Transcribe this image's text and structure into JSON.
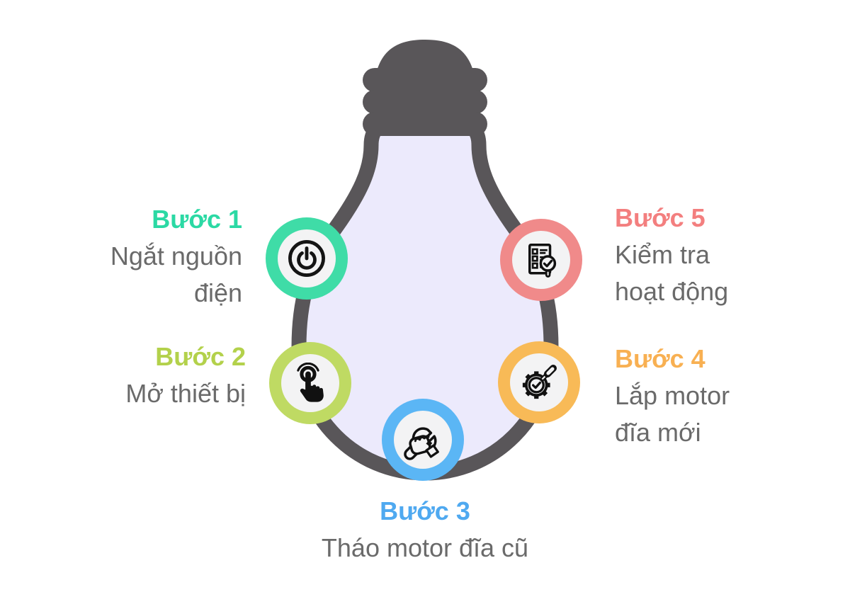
{
  "steps": [
    {
      "label": "Bước 1",
      "description_lines": [
        "Ngắt nguồn",
        "điện"
      ],
      "accent_color": "#2BD9A4",
      "ring_color": "#3FDCA7",
      "icon": "power-icon"
    },
    {
      "label": "Bước 2",
      "description_lines": [
        "Mở thiết bị"
      ],
      "accent_color": "#B3D14B",
      "ring_color": "#BFDA63",
      "icon": "touch-icon"
    },
    {
      "label": "Bước 3",
      "description_lines": [
        "Tháo motor đĩa cũ"
      ],
      "accent_color": "#4FA9F0",
      "ring_color": "#5BB6F5",
      "icon": "repair-tools-icon"
    },
    {
      "label": "Bước 4",
      "description_lines": [
        "Lắp motor",
        "đĩa mới"
      ],
      "accent_color": "#F8B052",
      "ring_color": "#F8BA57",
      "icon": "gear-screwdriver-icon"
    },
    {
      "label": "Bước 5",
      "description_lines": [
        "Kiểm tra",
        "hoạt động"
      ],
      "accent_color": "#F37F7F",
      "ring_color": "#F08A8A",
      "icon": "checklist-magnifier-icon"
    }
  ],
  "colors": {
    "background": "#FFFFFF",
    "bulb_outline": "#595659",
    "bulb_glass": "#ECEAFC",
    "icon_circle_bg": "#F3F3F4",
    "description_text": "#6A6A6A"
  }
}
